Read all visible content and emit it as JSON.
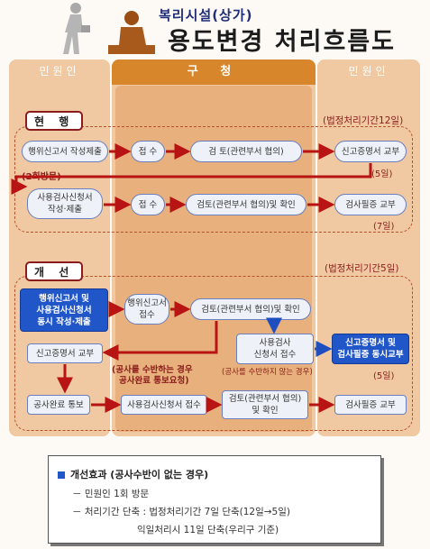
{
  "header": {
    "subtitle": "복리시설(상가)",
    "title": "용도변경 처리흐름도"
  },
  "columns": {
    "left": "민원인",
    "middle": "구 청",
    "right": "민원인"
  },
  "current": {
    "tag": "현 행",
    "legal_period": "(법정처리기간12일)",
    "visits": "(2회방문)",
    "row1": {
      "submit": "행위신고서 작성제출",
      "receive": "접 수",
      "review": "검 토(관련부서 협의)",
      "issue": "신고증명서 교부",
      "days": "(5일)"
    },
    "row2": {
      "submit_line1": "사용검사신청서",
      "submit_line2": "작성·제출",
      "receive": "접 수",
      "review": "검토(관련부서 협의)및 확인",
      "issue": "검사필증 교부",
      "days": "(7일)"
    }
  },
  "improved": {
    "tag": "개 선",
    "legal_period": "(법정처리기간5일)",
    "submit_line1": "행위신고서 및",
    "submit_line2": "사용검사신청서",
    "submit_line3": "동시 작성·제출",
    "receive_line1": "행위신고서",
    "receive_line2": "접수",
    "review": "검토(관련부서 협의)및 확인",
    "usage_line1": "사용검사",
    "usage_line2": "신청서 접수",
    "no_construction": "(공사를 수반하지 않는 경우)",
    "issue_line1": "신고증명서 및",
    "issue_line2": "검사필증 동시교부",
    "days": "(5일)",
    "cert_issue": "신고증명서 교부",
    "construction_note1": "(공사를 수반하는 경우",
    "construction_note2": "공사완료 통보요청)",
    "completion": "공사완료 통보",
    "usage_receive": "사용검사신청서 접수",
    "review2_line1": "검토(관련부서 협의)",
    "review2_line2": "및 확인",
    "final_issue": "검사필증 교부"
  },
  "effects": {
    "title": "개선효과 (공사수반이 없는 경우)",
    "line1": "－ 민원인 1회 방문",
    "line2": "－ 처리기간 단축 : 법정처리기간 7일  단축(12일→5일)",
    "line3": "익일처리시 11일 단축(우리구 기준)"
  },
  "colors": {
    "column": "#f0c9a2",
    "column_inner": "#e7b07c",
    "column_head": "#d7862b",
    "arrow_red": "#b81414",
    "arrow_blue": "#1f4ec0",
    "box_blue": "#2156c8",
    "frame": "#b4532b"
  }
}
